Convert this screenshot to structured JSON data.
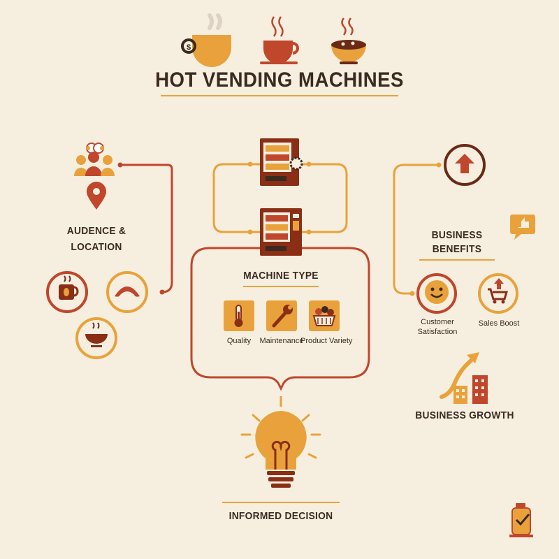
{
  "title": "HOT VENDING MACHINES",
  "left": {
    "heading_line1": "AUDENCE &",
    "heading_line2": "LOCATION"
  },
  "center": {
    "heading": "MACHINE TYPE",
    "items": [
      {
        "label": "Quality",
        "icon": "thermometer-icon"
      },
      {
        "label": "Maintenance",
        "icon": "wrench-icon"
      },
      {
        "label": "Product Variety",
        "icon": "basket-icon"
      }
    ]
  },
  "right": {
    "heading_line1": "BUSINESS",
    "heading_line2": "BENEFITS",
    "benefits": [
      {
        "label_line1": "Customer",
        "label_line2": "Satisfaction",
        "icon": "smiley-icon"
      },
      {
        "label_line1": "Sales Boost",
        "label_line2": "",
        "icon": "cart-icon"
      }
    ],
    "growth": "BUSINESS GROWTH"
  },
  "bottom": {
    "decision": "INFORMED DECISION"
  },
  "colors": {
    "background": "#f6efe0",
    "accent_orange": "#e9a23b",
    "accent_brown": "#8b2e16",
    "accent_red": "#c0462c",
    "text": "#3a2a20"
  }
}
